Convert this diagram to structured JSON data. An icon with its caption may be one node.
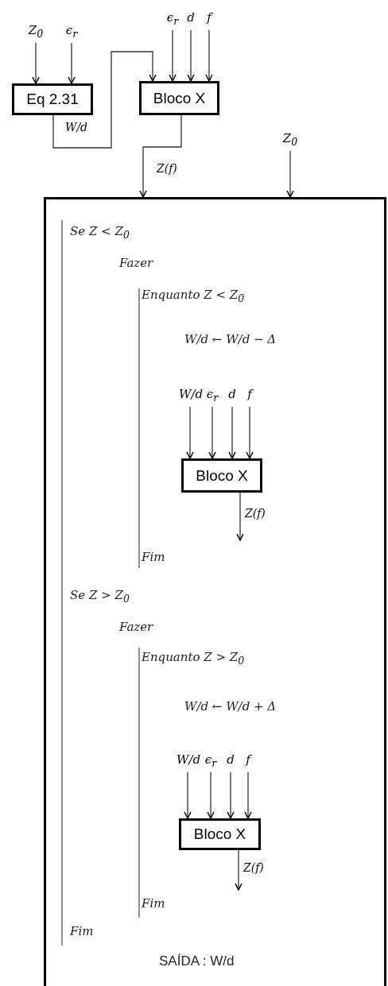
{
  "diagram": {
    "nodes": [
      {
        "text": [
          "Z$_{0}$"
        ]
      },
      {
        "text": [
          "ϵ$_{r}$"
        ]
      },
      {
        "text": [
          "Eq 2.31"
        ]
      },
      {
        "text": [
          "ϵ$_{r}$"
        ]
      },
      {
        "text": [
          "d"
        ]
      },
      {
        "text": [
          "f"
        ]
      },
      {
        "text": [
          "Bloco X"
        ]
      },
      {
        "text": [
          "Z$_{0}$"
        ]
      },
      {
        "text": [
          "Se Z < Z$_{0}$",
          "Fazer",
          "Enquanto Z < Z$_{0}$",
          "W/d ← W/d − Δ",
          "Fim",
          "Se Z > Z$_{0}$",
          "Fazer",
          "Enquanto Z > Z$_{0}$",
          "W/d ← W/d + Δ",
          "Fim",
          "Fim",
          "SAÍDA : W/d"
        ]
      },
      {
        "text": [
          "W/d"
        ],
        "in": 8
      },
      {
        "text": [
          "ϵ$_{r}$"
        ],
        "in": 8
      },
      {
        "text": [
          "d"
        ],
        "in": 8
      },
      {
        "text": [
          "f"
        ],
        "in": 8
      },
      {
        "text": [
          "Bloco X"
        ],
        "in": 8
      },
      {
        "text": [
          "W/d"
        ],
        "in": 8
      },
      {
        "text": [
          "ϵ$_{r}$"
        ],
        "in": 8
      },
      {
        "text": [
          "d"
        ],
        "in": 8
      },
      {
        "text": [
          "f"
        ],
        "in": 8
      },
      {
        "text": [
          "Bloco X"
        ],
        "in": 8
      }
    ],
    "edges": [
      {
        "from": 0,
        "to": 2,
        "arrow": "to"
      },
      {
        "from": 1,
        "to": 2,
        "arrow": "to"
      },
      {
        "from": 2,
        "to": 6,
        "arrow": "to",
        "label": "W/d"
      },
      {
        "from": 3,
        "to": 6,
        "arrow": "to"
      },
      {
        "from": 4,
        "to": 6,
        "arrow": "to"
      },
      {
        "from": 5,
        "to": 6,
        "arrow": "to"
      },
      {
        "from": 6,
        "to": 8,
        "arrow": "to",
        "label": "Z(f)"
      },
      {
        "from": 7,
        "to": 8,
        "arrow": "to"
      },
      {
        "from": 9,
        "to": 13,
        "arrow": "to"
      },
      {
        "from": 10,
        "to": 13,
        "arrow": "to"
      },
      {
        "from": 11,
        "to": 13,
        "arrow": "to"
      },
      {
        "from": 12,
        "to": 13,
        "arrow": "to"
      },
      {
        "from": 13,
        "to": null,
        "arrow": "to",
        "label": "Z(f)"
      },
      {
        "from": 14,
        "to": 18,
        "arrow": "to"
      },
      {
        "from": 15,
        "to": 18,
        "arrow": "to"
      },
      {
        "from": 16,
        "to": 18,
        "arrow": "to"
      },
      {
        "from": 17,
        "to": 18,
        "arrow": "to"
      },
      {
        "from": 18,
        "to": null,
        "arrow": "to",
        "label": "Z(f)"
      }
    ]
  }
}
